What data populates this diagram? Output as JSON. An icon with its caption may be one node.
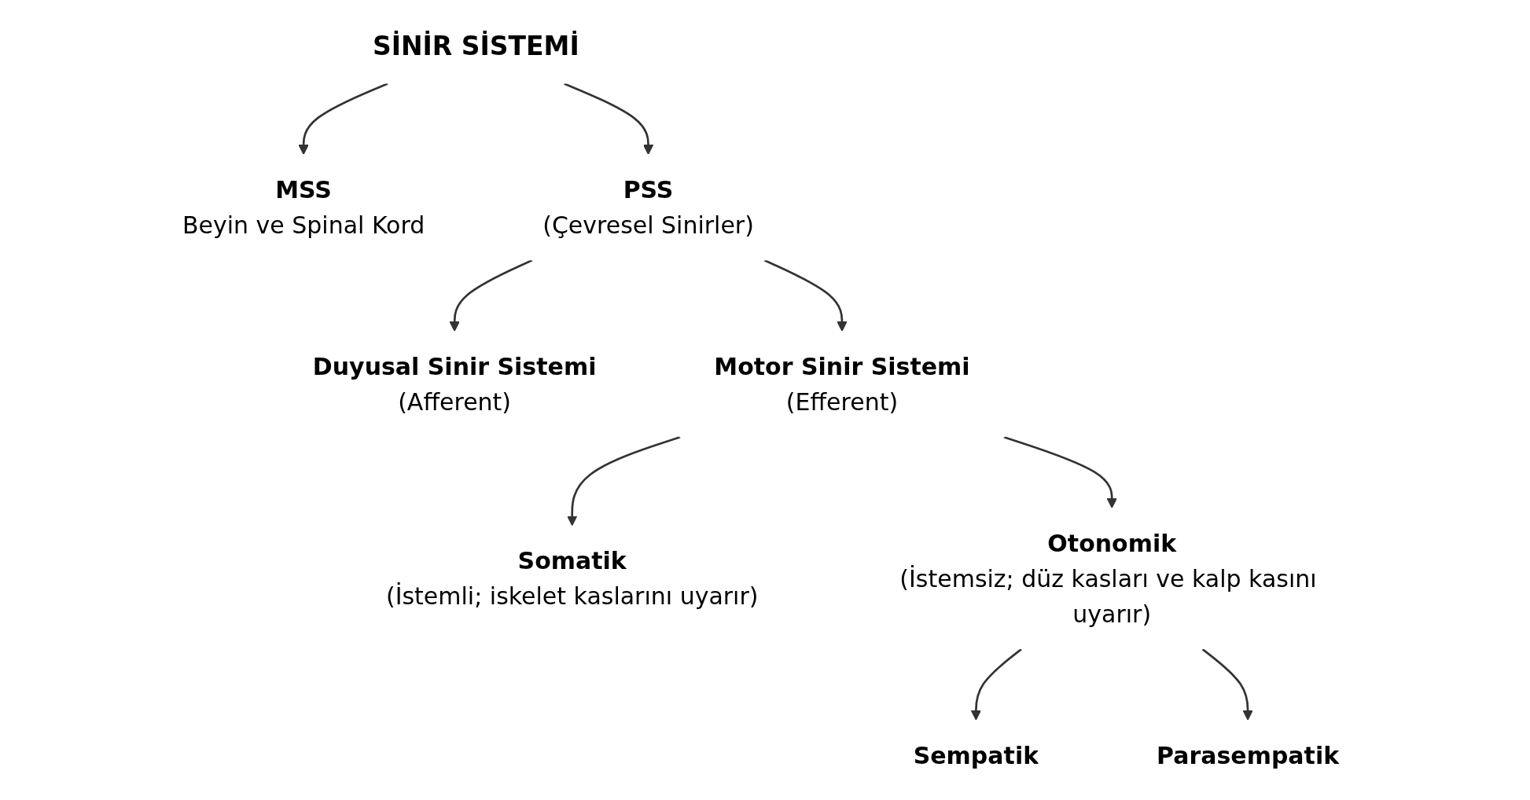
{
  "diagram": {
    "nodes": [
      {
        "text": [
          "SİNİR SİSTEMİ"
        ]
      },
      {
        "text": [
          "MSS",
          "Beyin ve Spinal Kord"
        ]
      },
      {
        "text": [
          "PSS",
          "(Çevresel Sinirler)"
        ]
      },
      {
        "text": [
          "Duyusal Sinir Sistemi",
          "(Afferent)"
        ]
      },
      {
        "text": [
          "Motor Sinir Sistemi",
          "(Efferent)"
        ]
      },
      {
        "text": [
          "Somatik",
          "(İstemli; iskelet kaslarını uyarır)"
        ]
      },
      {
        "text": [
          "Otonomik",
          "(İstemsiz; düz kasları ve kalp kasını uyarır)"
        ]
      },
      {
        "text": [
          "Sempatik"
        ]
      },
      {
        "text": [
          "Parasempatik"
        ]
      }
    ],
    "edges": [
      {
        "from": 0,
        "to": 1,
        "arrow": "to"
      },
      {
        "from": 0,
        "to": 2,
        "arrow": "to"
      },
      {
        "from": 2,
        "to": 3,
        "arrow": "to"
      },
      {
        "from": 2,
        "to": 4,
        "arrow": "to"
      },
      {
        "from": 4,
        "to": 5,
        "arrow": "to"
      },
      {
        "from": 4,
        "to": 6,
        "arrow": "to"
      },
      {
        "from": 6,
        "to": 7,
        "arrow": "to"
      },
      {
        "from": 6,
        "to": 8,
        "arrow": "to"
      }
    ]
  }
}
